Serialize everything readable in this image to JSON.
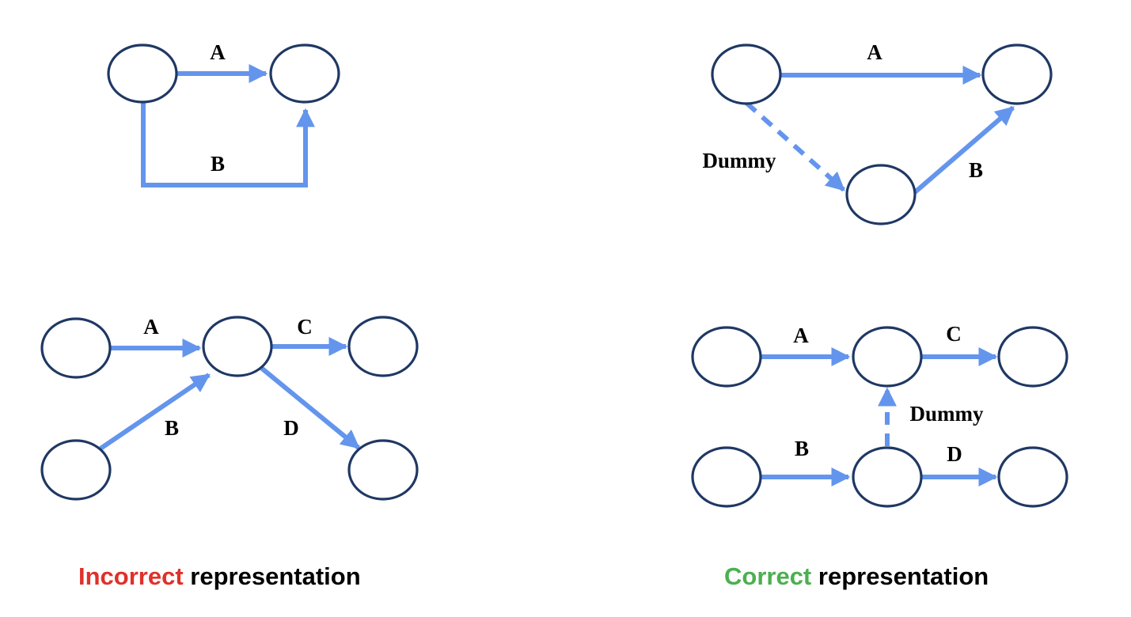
{
  "colors": {
    "node_stroke": "#1f3864",
    "edge": "#6495ed",
    "incorrect": "#e0302a",
    "correct": "#4caf50",
    "text": "#000000"
  },
  "captions": {
    "left": {
      "highlight": "Incorrect",
      "rest": "representation"
    },
    "right": {
      "highlight": "Correct",
      "rest": "representation"
    }
  },
  "diagrams": {
    "incorrect_top": {
      "edges": [
        "A",
        "B"
      ]
    },
    "correct_top": {
      "edges": [
        "A",
        "Dummy",
        "B"
      ]
    },
    "incorrect_bottom": {
      "edges": [
        "A",
        "B",
        "C",
        "D"
      ]
    },
    "correct_bottom": {
      "edges": [
        "A",
        "C",
        "Dummy",
        "B",
        "D"
      ]
    }
  }
}
